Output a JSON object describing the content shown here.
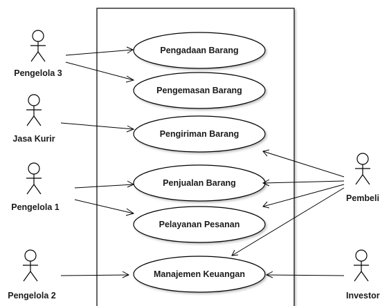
{
  "use_cases": [
    "Pengadaan Barang",
    "Pengemasan Barang",
    "Pengiriman Barang",
    "Penjualan Barang",
    "Pelayanan Pesanan",
    "Manajemen Keuangan"
  ],
  "actors": [
    "Pengelola 3",
    "Jasa Kurir",
    "Pengelola 1",
    "Pengelola 2",
    "Pembeli",
    "Investor"
  ]
}
